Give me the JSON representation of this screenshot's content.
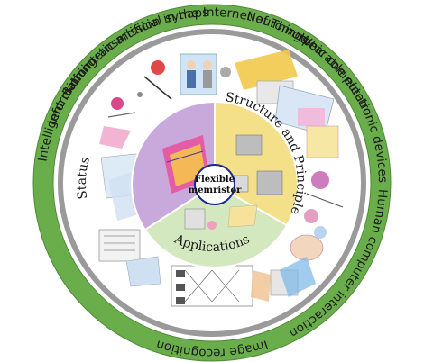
{
  "outer_ring": {
    "labels": [
      "Information transmission in the Internet of Things",
      "Neuromorphic computation",
      "Wearable electronic devices",
      "Human computer interaction",
      "Image recognition",
      "Intelligent clothing",
      "Biomimetic artificial synapse"
    ],
    "color": "#6aad4b"
  },
  "sectors": {
    "status": {
      "label": "Status",
      "color": "#c9a8dc"
    },
    "structure": {
      "label": "Structure and Principle",
      "color": "#f5e08a"
    },
    "applications": {
      "label": "Applications",
      "color": "#d3e8bf"
    }
  },
  "center": {
    "line1": "Flexible",
    "line2": "memristor"
  }
}
